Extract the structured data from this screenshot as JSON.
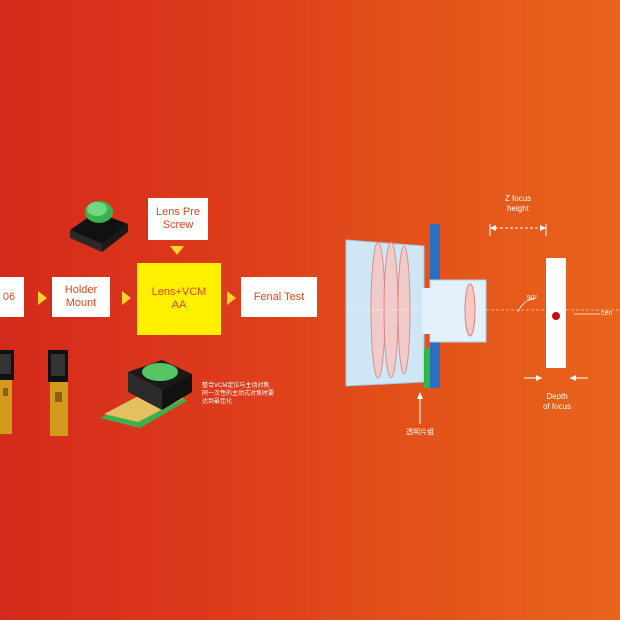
{
  "flow": {
    "step_cut": "06",
    "step_holder": "Holder\nMount",
    "step_lens_pre": "Lens Pre\nScrew",
    "step_aa": "Lens+VCM\nAA",
    "step_final": "Fenal Test"
  },
  "notes": {
    "vcm_caption": "整合VCM定位与主动对焦\n同一次性的主动式对焦时要\n达到最佳化"
  },
  "optics": {
    "focus_height_label": "Z focus\nheight",
    "angle_label": "90°",
    "center_label": "cen",
    "depth_label": "Depth\nof focus",
    "bottom_label": "透明片组"
  },
  "colors": {
    "accent_yellow": "#fff000",
    "arrow_yellow": "#f6d32a",
    "box_text": "#e04a1c",
    "lens_blue": "#2a6fc0",
    "board_green": "#2eb84a"
  }
}
